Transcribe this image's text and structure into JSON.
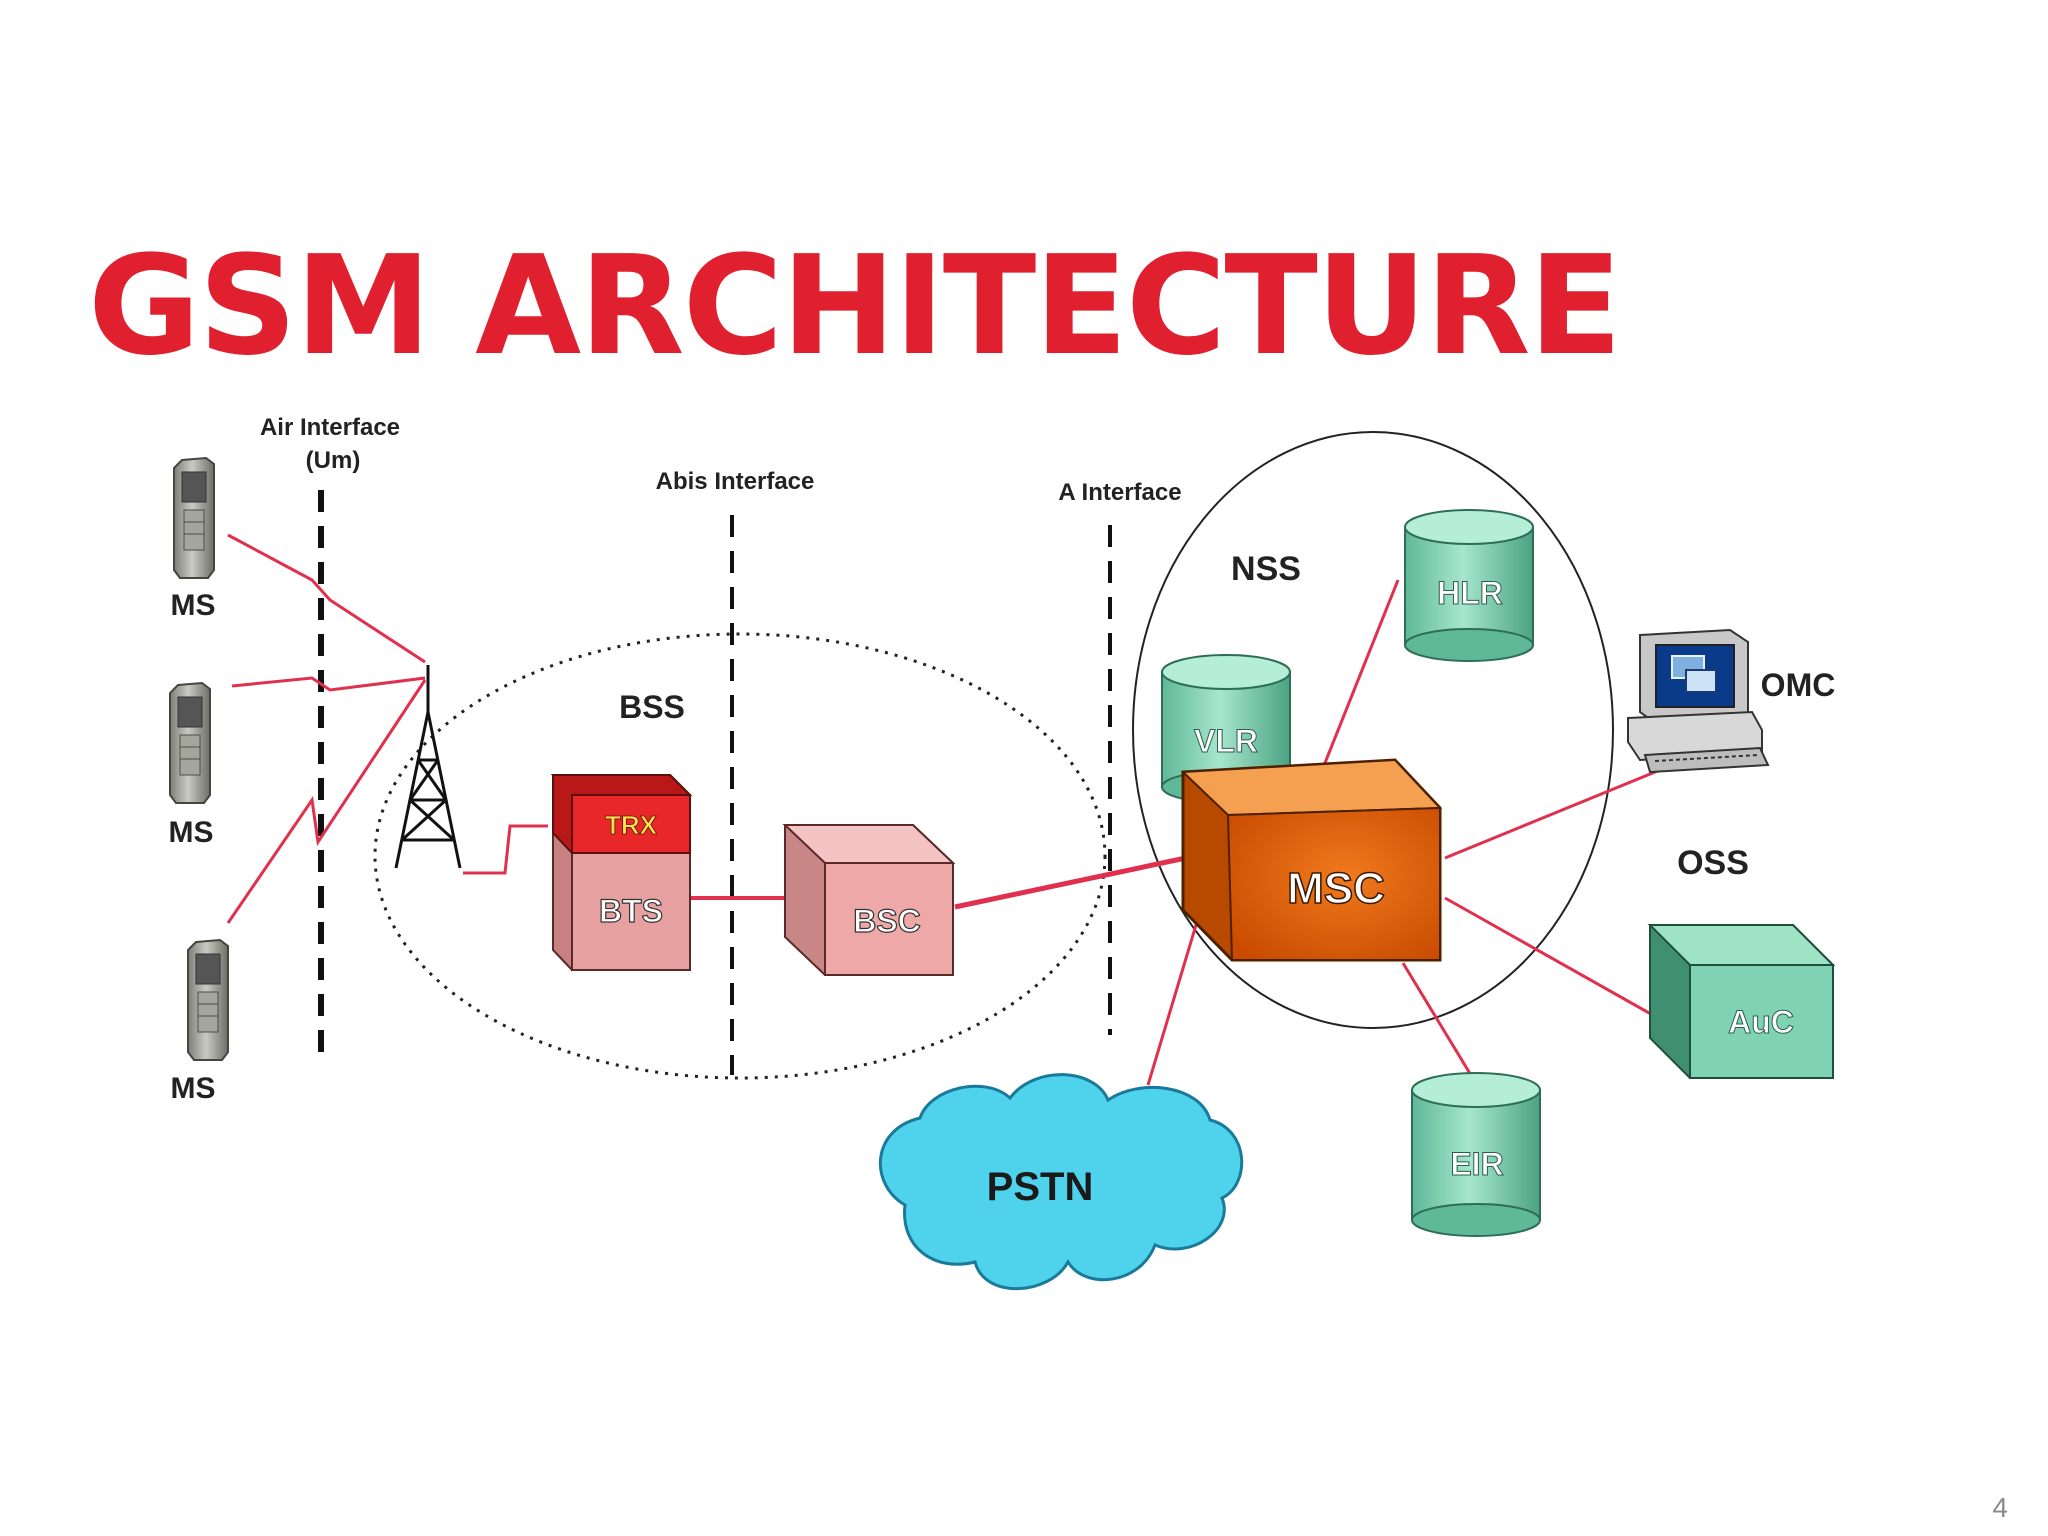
{
  "title": "GSM ARCHITECTURE",
  "page_number": "4",
  "interfaces": {
    "air": "Air Interface",
    "air_sub": "(Um)",
    "abis": "Abis Interface",
    "a": "A Interface"
  },
  "groups": {
    "bss": "BSS",
    "nss": "NSS",
    "oss": "OSS"
  },
  "nodes": {
    "ms": "MS",
    "trx": "TRX",
    "bts": "BTS",
    "bsc": "BSC",
    "msc": "MSC",
    "vlr": "VLR",
    "hlr": "HLR",
    "eir": "EIR",
    "auc": "AuC",
    "omc": "OMC",
    "pstn": "PSTN"
  },
  "colors": {
    "title": "#e0202e",
    "link": "#e0304e",
    "trx": "#e82828",
    "bts": "#e6a0a0",
    "bsc": "#eea8a8",
    "msc": "#f07820",
    "database": "#7fd3b4",
    "pstn_cloud": "#4fd3ec"
  },
  "icons": [
    "mobile-phone-icon",
    "antenna-tower-icon",
    "computer-terminal-icon",
    "cloud-icon",
    "database-cylinder-icon"
  ]
}
